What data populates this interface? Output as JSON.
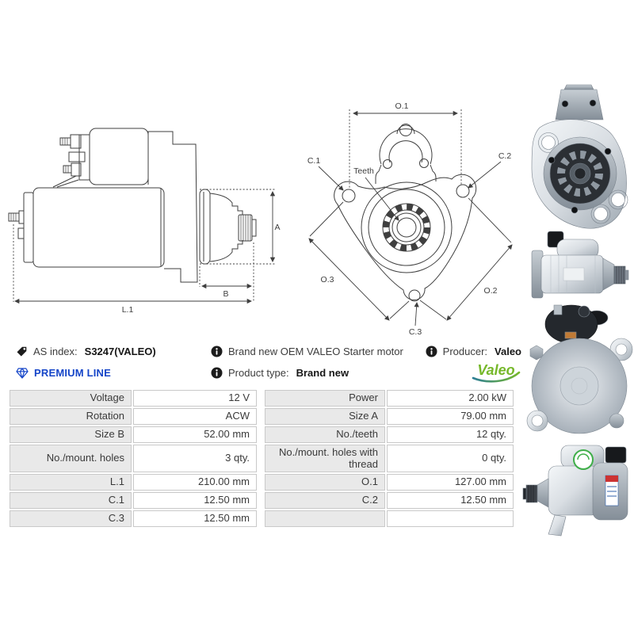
{
  "info_bar": {
    "as_index_label": "AS index:",
    "as_index_value": "S3247(VALEO)",
    "premium_line": "PREMIUM LINE",
    "premium_color": "#1545c8",
    "description": "Brand new OEM VALEO Starter motor",
    "product_type_label": "Product type:",
    "product_type_value": "Brand new",
    "producer_label": "Producer:",
    "producer_value": "Valeo",
    "logo_text": "Valeo",
    "logo_green": "#76b82a"
  },
  "diagram": {
    "line_color": "#3f3f3f",
    "side_view": {
      "labels": {
        "a": "A",
        "b": "B",
        "l1": "L.1"
      }
    },
    "front_view": {
      "labels": {
        "o1": "O.1",
        "o2": "O.2",
        "o3": "O.3",
        "c1": "C.1",
        "c2": "C.2",
        "c3": "C.3",
        "teeth": "Teeth"
      }
    }
  },
  "spec_table": {
    "left_rows": [
      {
        "label": "Voltage",
        "value": "12 V"
      },
      {
        "label": "Rotation",
        "value": "ACW"
      },
      {
        "label": "Size B",
        "value": "52.00 mm"
      },
      {
        "label": "No./mount. holes",
        "value": "3 qty."
      },
      {
        "label": "L.1",
        "value": "210.00 mm"
      },
      {
        "label": "C.1",
        "value": "12.50 mm"
      },
      {
        "label": "C.3",
        "value": "12.50 mm"
      }
    ],
    "right_rows": [
      {
        "label": "Power",
        "value": "2.00 kW"
      },
      {
        "label": "Size A",
        "value": "79.00 mm"
      },
      {
        "label": "No./teeth",
        "value": "12 qty."
      },
      {
        "label": "No./mount. holes with thread",
        "value": "0 qty."
      },
      {
        "label": "O.1",
        "value": "127.00 mm"
      },
      {
        "label": "C.2",
        "value": "12.50 mm"
      },
      {
        "label": "",
        "value": ""
      }
    ]
  },
  "photos": {
    "photo1": "front flange view",
    "photo2": "side view",
    "photo3": "rear end-cap view",
    "photo4": "angled side view"
  }
}
